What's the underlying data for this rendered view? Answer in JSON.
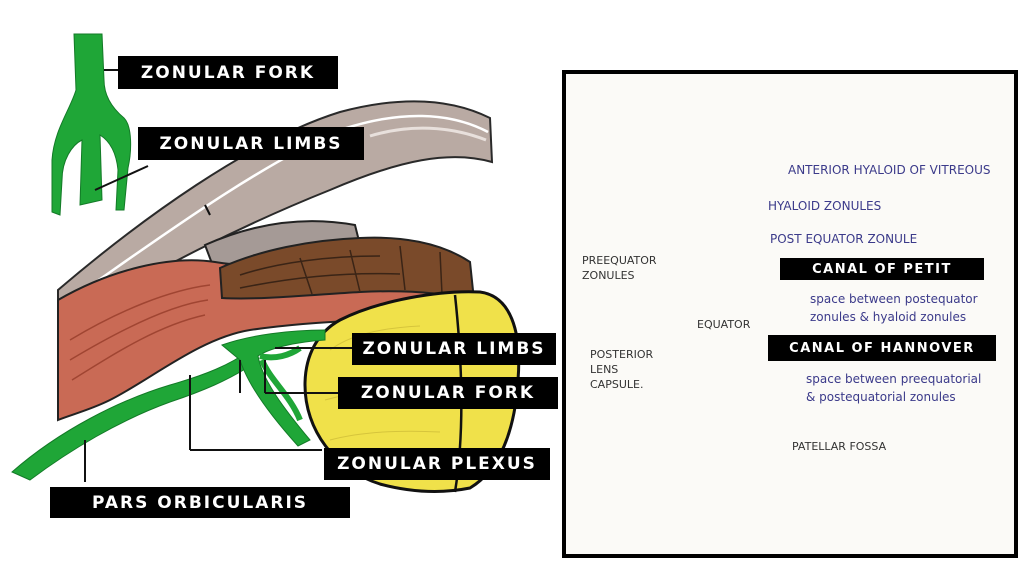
{
  "colors": {
    "zonule_green": "#1fa637",
    "lens_yellow": "#f0e14a",
    "ciliary_red": "#c96a55",
    "ciliary_brown": "#7a4a2a",
    "sclera_gray": "#b8a9a2",
    "label_bg": "#000000",
    "label_text": "#ffffff",
    "handwriting_blue": "#3b3a8a",
    "petit_line_red": "#d6362c",
    "zonule_line_green": "#2e9a4a"
  },
  "left_labels": {
    "zonular_fork_top": "ZONULAR FORK",
    "zonular_limbs_top": "ZONULAR LIMBS",
    "zonular_limbs_mid": "ZONULAR LIMBS",
    "zonular_fork_mid": "ZONULAR FORK",
    "zonular_plexus": "ZONULAR PLEXUS",
    "pars_orbicularis": "PARS ORBICULARIS"
  },
  "sketch": {
    "anterior_hyaloid": "ANTERIOR HYALOID OF VITREOUS",
    "hyaloid_zonules": "HYALOID ZONULES",
    "post_equator_zonule": "POST EQUATOR ZONULE",
    "canal_of_petit": "CANAL OF PETIT",
    "petit_desc": "space between postequator\nzonules & hyaloid zonules",
    "canal_of_hannover": "CANAL OF HANNOVER",
    "hannover_desc": "space between preequatorial\n& postequatorial zonules",
    "preequator_zonules": "PREEQUATOR\nZONULES",
    "equator": "EQUATOR",
    "posterior_lens_capsule": "POSTERIOR\nLENS\nCAPSULE.",
    "patellar_fossa": "PATELLAR FOSSA"
  }
}
